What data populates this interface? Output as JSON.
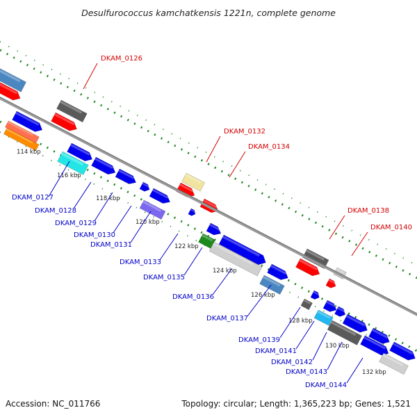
{
  "title": "Desulfurococcus kamchatkensis 1221n, complete genome",
  "footer": {
    "accession": "Accession: NC_011766",
    "summary": "Topology: circular; Length: 1,365,223 bp; Genes: 1,521"
  },
  "colors": {
    "backbone": "#888888",
    "gc_dots": "#1f8a1f",
    "label_top": "#d40000",
    "label_bottom": "#0000c8",
    "red": "#ff0000",
    "blue": "#0000ee",
    "steelblue": "#4a86c0",
    "darkgray": "#5a5a5a",
    "lightgray": "#cfcfcf",
    "cyan": "#22e6e6",
    "khaki": "#f0e4a0",
    "slateblue": "#7b68ee",
    "green": "#1d8a1d",
    "orange": "#ff8c00",
    "salmon": "#ff7050",
    "skyblue": "#22b8f0"
  },
  "ticks": [
    "114 kbp",
    "116 kbp",
    "118 kbp",
    "120 kbp",
    "122 kbp",
    "124 kbp",
    "126 kbp",
    "128 kbp",
    "130 kbp",
    "132 kbp"
  ],
  "labels_top": [
    "DKAM_0126",
    "DKAM_0132",
    "DKAM_0134",
    "DKAM_0138",
    "DKAM_0140"
  ],
  "labels_bottom": [
    "DKAM_0127",
    "DKAM_0128",
    "DKAM_0129",
    "DKAM_0130",
    "DKAM_0131",
    "DKAM_0133",
    "DKAM_0135",
    "DKAM_0136",
    "DKAM_0137",
    "DKAM_0139",
    "DKAM_0141",
    "DKAM_0142",
    "DKAM_0143",
    "DKAM_0144"
  ]
}
